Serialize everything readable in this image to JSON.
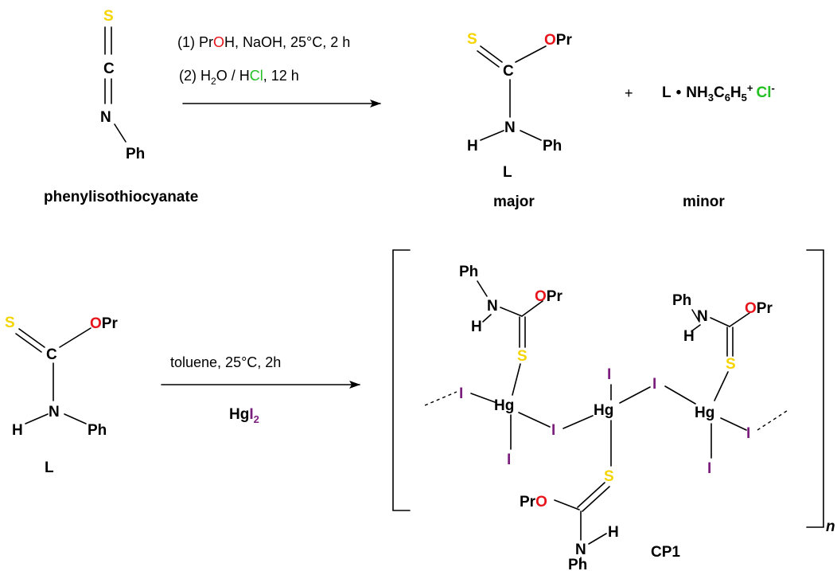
{
  "top": {
    "reactant": {
      "s": "S",
      "c": "C",
      "n": "N",
      "ph": "Ph",
      "label": "phenylisothiocyanate"
    },
    "conditions": {
      "line1": {
        "prefix": "(1)  Pr",
        "o": "O",
        "rest": "H, NaOH, 25°C, 2 h"
      },
      "line2": {
        "prefix": "(2)  H",
        "sub": "2",
        "mid": "O / H",
        "cl": "Cl",
        "rest": ", 12 h"
      }
    },
    "product": {
      "s": "S",
      "o": "O",
      "pr": "Pr",
      "c": "C",
      "n": "N",
      "h": "H",
      "ph": "Ph",
      "label": "L",
      "tag": "major"
    },
    "plus": "+",
    "salt": {
      "l": "L",
      "dot": "•",
      "nh": "NH",
      "sub1": "3",
      "c": "C",
      "sub2": "6",
      "h": "H",
      "sub3": "5",
      "sup": "+",
      "cl": "Cl",
      "minus": "-",
      "tag": "minor"
    }
  },
  "bottom": {
    "ligand": {
      "s": "S",
      "o": "O",
      "pr": "Pr",
      "c": "C",
      "n": "N",
      "h": "H",
      "ph": "Ph",
      "label": "L"
    },
    "conditions": {
      "line1": "toluene, 25°C, 2h",
      "hg": "Hg",
      "i": "I",
      "sub": "2"
    },
    "polymer": {
      "ph": "Ph",
      "n": "N",
      "h": "H",
      "o": "O",
      "pr": "Pr",
      "s": "S",
      "hg": "Hg",
      "i": "I",
      "repeat": "n",
      "label": "CP1"
    }
  },
  "colors": {
    "sulfur": "#f5d400",
    "oxygen": "#e8141c",
    "iodine": "#7b1f7f",
    "chlorine": "#22c022"
  }
}
